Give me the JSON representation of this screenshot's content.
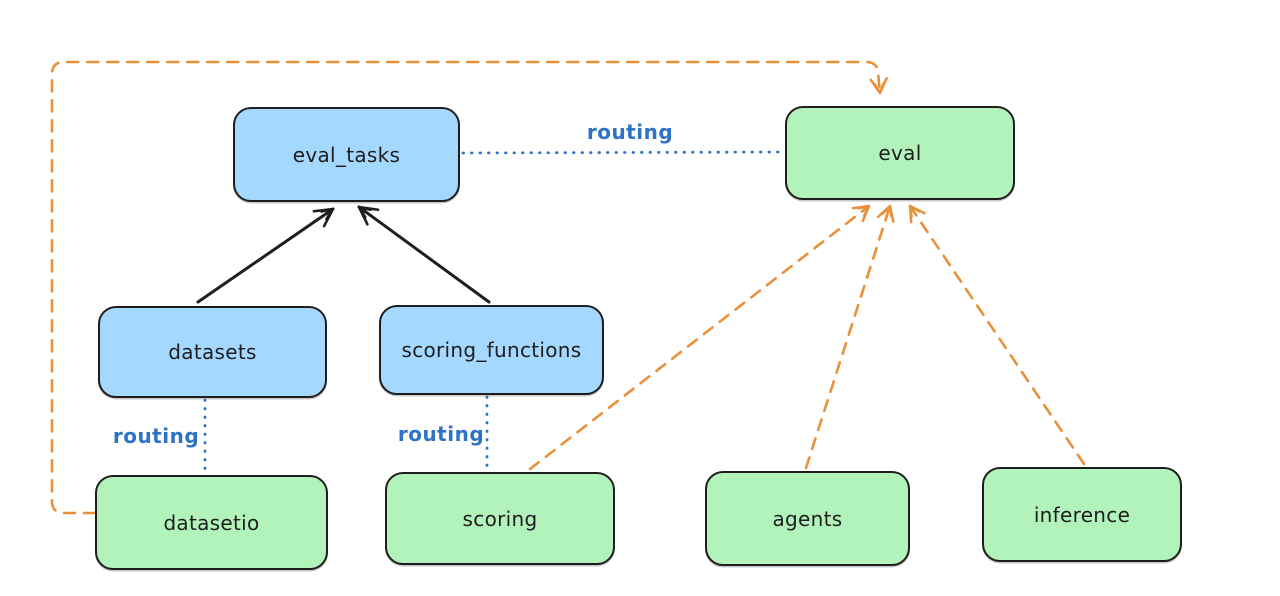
{
  "diagram": {
    "nodes": {
      "eval_tasks": {
        "label": "eval_tasks",
        "fill": "#a5d8ff"
      },
      "eval": {
        "label": "eval",
        "fill": "#b2f2bb"
      },
      "datasets": {
        "label": "datasets",
        "fill": "#a5d8ff"
      },
      "scoring_functions": {
        "label": "scoring_functions",
        "fill": "#a5d8ff"
      },
      "datasetio": {
        "label": "datasetio",
        "fill": "#b2f2bb"
      },
      "scoring": {
        "label": "scoring",
        "fill": "#b2f2bb"
      },
      "agents": {
        "label": "agents",
        "fill": "#b2f2bb"
      },
      "inference": {
        "label": "inference",
        "fill": "#b2f2bb"
      }
    },
    "edge_labels": [
      {
        "id": "routing-top",
        "text": "routing"
      },
      {
        "id": "routing-datasets",
        "text": "routing"
      },
      {
        "id": "routing-scoring",
        "text": "routing"
      }
    ],
    "edges": [
      {
        "from": "datasets",
        "to": "eval_tasks",
        "style": "solid-black-arrow"
      },
      {
        "from": "scoring_functions",
        "to": "eval_tasks",
        "style": "solid-black-arrow"
      },
      {
        "from": "eval_tasks",
        "to": "eval",
        "style": "dotted-blue",
        "label": "routing"
      },
      {
        "from": "datasets",
        "to": "datasetio",
        "style": "dotted-blue",
        "label": "routing"
      },
      {
        "from": "scoring_functions",
        "to": "scoring",
        "style": "dotted-blue",
        "label": "routing"
      },
      {
        "from": "scoring",
        "to": "eval",
        "style": "dashed-orange-arrow"
      },
      {
        "from": "agents",
        "to": "eval",
        "style": "dashed-orange-arrow"
      },
      {
        "from": "inference",
        "to": "eval",
        "style": "dashed-orange-arrow"
      },
      {
        "from": "datasetio",
        "to": "eval",
        "style": "dashed-orange-arrow"
      }
    ],
    "colors": {
      "node_blue_fill": "#a5d8ff",
      "node_green_fill": "#b2f2bb",
      "node_border": "#1e1e1e",
      "arrow_black": "#1e1e1e",
      "arrow_orange": "#e8913a",
      "routing_blue": "#2e73c5",
      "background": "#ffffff"
    }
  }
}
